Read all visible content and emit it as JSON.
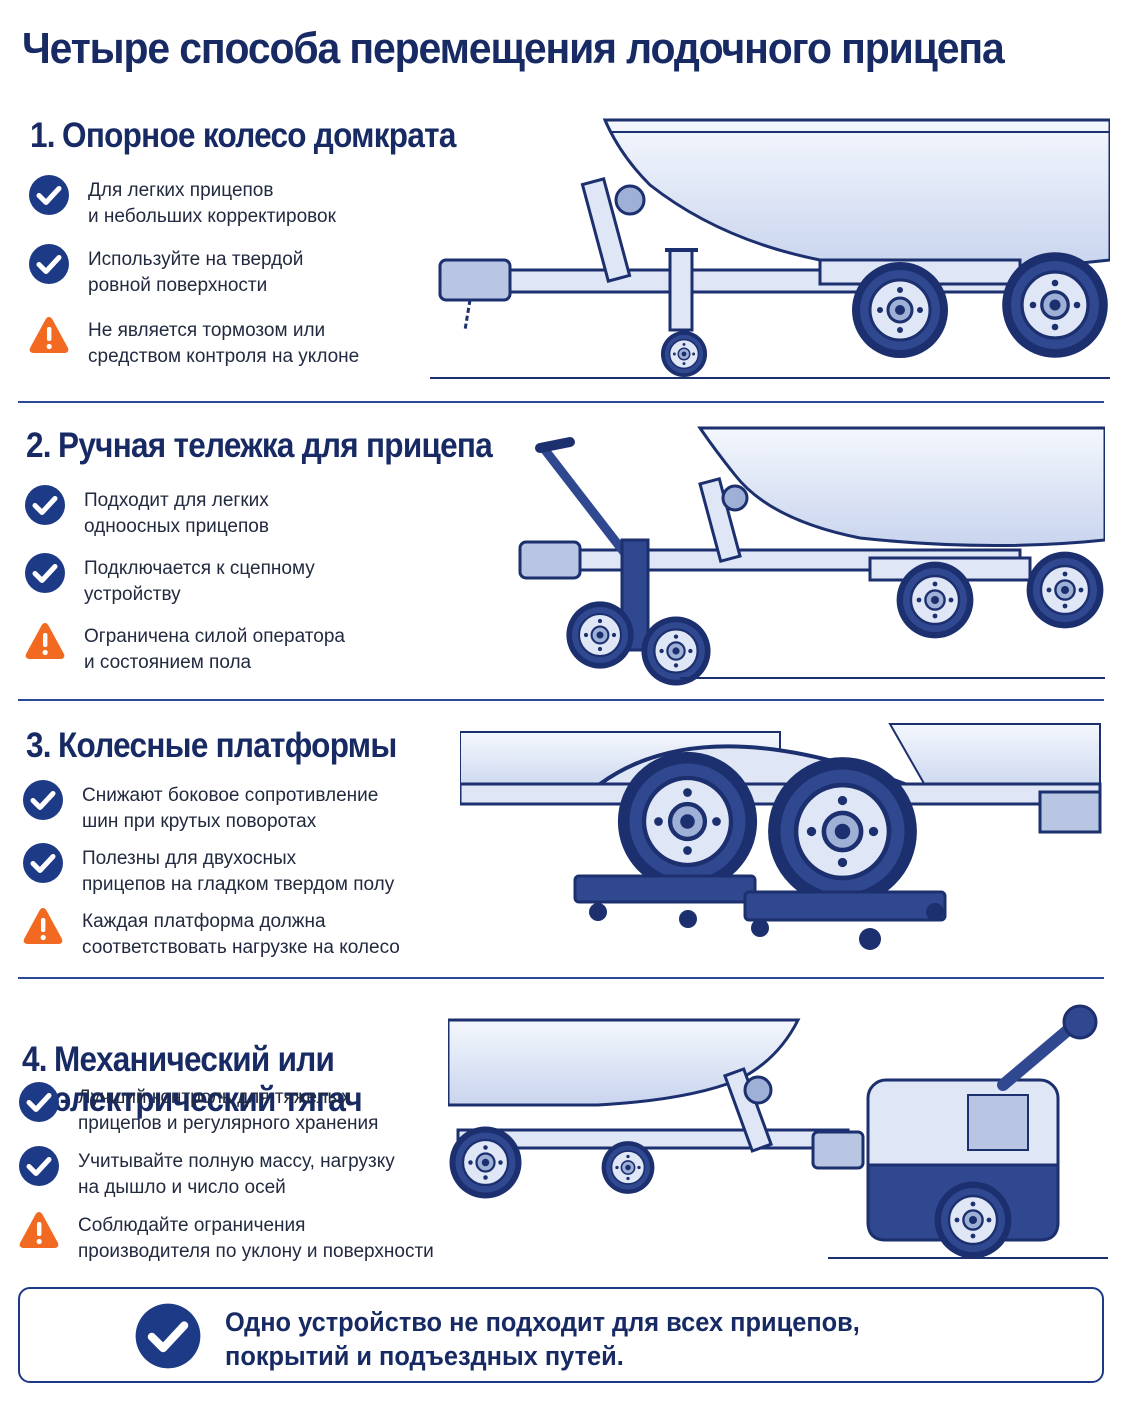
{
  "title": "Четыре способа перемещения лодочного прицепа",
  "colors": {
    "navy": "#172a63",
    "check": "#1d3a86",
    "warning": "#f26a21",
    "line": "#2b4a95"
  },
  "sections": [
    {
      "number": "1.",
      "heading": "Опорное колесо домкрата",
      "items": [
        {
          "icon": "check-circle-icon",
          "text": "Для легких прицепов\nи небольших корректировок"
        },
        {
          "icon": "check-circle-icon",
          "text": "Используйте на твердой\nровной поверхности"
        },
        {
          "icon": "warning-triangle-icon",
          "text": "Не является тормозом или\nсредством контроля на уклоне"
        }
      ]
    },
    {
      "number": "2.",
      "heading": "Ручная тележка для прицепа",
      "items": [
        {
          "icon": "check-circle-icon",
          "text": "Подходит для легких\nодноосных прицепов"
        },
        {
          "icon": "check-circle-icon",
          "text": "Подключается к сцепному\nустройству"
        },
        {
          "icon": "warning-triangle-icon",
          "text": "Ограничена силой оператора\nи состоянием пола"
        }
      ]
    },
    {
      "number": "3.",
      "heading": "Колесные платформы",
      "items": [
        {
          "icon": "check-circle-icon",
          "text": "Снижают боковое сопротивление\nшин при крутых поворотах"
        },
        {
          "icon": "check-circle-icon",
          "text": "Полезны для двухосных\nприцепов на гладком твердом полу"
        },
        {
          "icon": "warning-triangle-icon",
          "text": "Каждая платформа должна\nсоответствовать нагрузке на колесо"
        }
      ]
    },
    {
      "number": "4.",
      "heading": "Механический или\nэлектрический тягач",
      "items": [
        {
          "icon": "check-circle-icon",
          "text": "Лучший контроль для тяжелых\nприцепов и регулярного хранения"
        },
        {
          "icon": "check-circle-icon",
          "text": "Учитывайте полную массу, нагрузку\nна дышло и число осей"
        },
        {
          "icon": "warning-triangle-icon",
          "text": "Соблюдайте ограничения\nпроизводителя по уклону и поверхности"
        }
      ]
    }
  ],
  "bottom_note": "Одно устройство не подходит для всех прицепов,\nпокрытий и подъездных путей."
}
